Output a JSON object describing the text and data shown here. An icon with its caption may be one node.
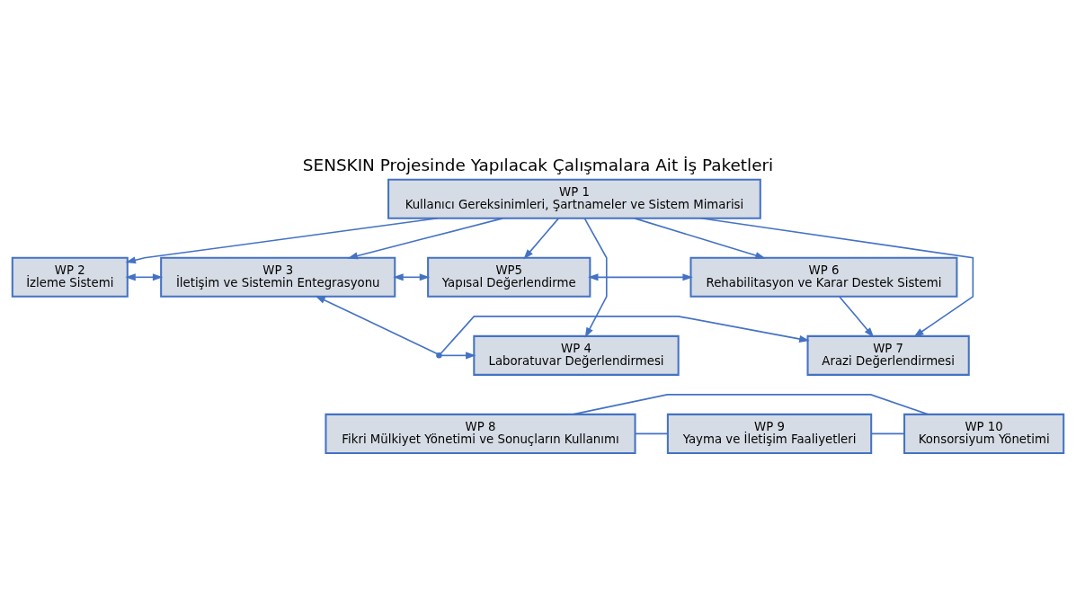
{
  "diagram": {
    "title": "SENSKIN Projesinde Yapılacak Çalışmalara Ait İş Paketleri",
    "nodes": [
      {
        "text": [
          "WP 1",
          "Kullanıcı Gereksinimleri, Şartnameler ve Sistem Mimarisi"
        ]
      },
      {
        "text": [
          "WP 2",
          "İzleme Sistemi"
        ]
      },
      {
        "text": [
          "WP 3",
          "İletişim ve Sistemin Entegrasyonu"
        ]
      },
      {
        "text": [
          "WP5",
          "Yapısal Değerlendirme"
        ]
      },
      {
        "text": [
          "WP 6",
          "Rehabilitasyon ve Karar Destek Sistemi"
        ]
      },
      {
        "text": [
          "WP 4",
          "Laboratuvar Değerlendirmesi"
        ]
      },
      {
        "text": [
          "WP 7",
          "Arazi Değerlendirmesi"
        ]
      },
      {
        "text": [
          "WP 8",
          "Fikri Mülkiyet Yönetimi ve Sonuçların Kullanımı"
        ]
      },
      {
        "text": [
          "WP 9",
          "Yayma ve İletişim Faaliyetleri"
        ]
      },
      {
        "text": [
          "WP 10",
          "Konsorsiyum Yönetimi"
        ]
      },
      {
        "text": [],
        "shape": "point"
      }
    ],
    "edges": [
      {
        "from": 0,
        "to": 1,
        "arrow": "to"
      },
      {
        "from": 0,
        "to": 2,
        "arrow": "to"
      },
      {
        "from": 0,
        "to": 3,
        "arrow": "to"
      },
      {
        "from": 0,
        "to": 4,
        "arrow": "to"
      },
      {
        "from": 1,
        "to": 2,
        "arrow": "both"
      },
      {
        "from": 2,
        "to": 3,
        "arrow": "both"
      },
      {
        "from": 3,
        "to": 4,
        "arrow": "both"
      },
      {
        "from": 0,
        "to": 5,
        "arrow": "to"
      },
      {
        "from": 0,
        "to": 6,
        "arrow": "to"
      },
      {
        "from": 4,
        "to": 6,
        "arrow": "to"
      },
      {
        "from": 10,
        "to": 2,
        "arrow": "to"
      },
      {
        "from": 10,
        "to": 5,
        "arrow": "to"
      },
      {
        "from": 10,
        "to": 6,
        "arrow": "to"
      },
      {
        "from": 7,
        "to": 8,
        "arrow": "none"
      },
      {
        "from": 8,
        "to": 9,
        "arrow": "none"
      },
      {
        "from": 9,
        "to": 7,
        "arrow": "none"
      }
    ]
  }
}
